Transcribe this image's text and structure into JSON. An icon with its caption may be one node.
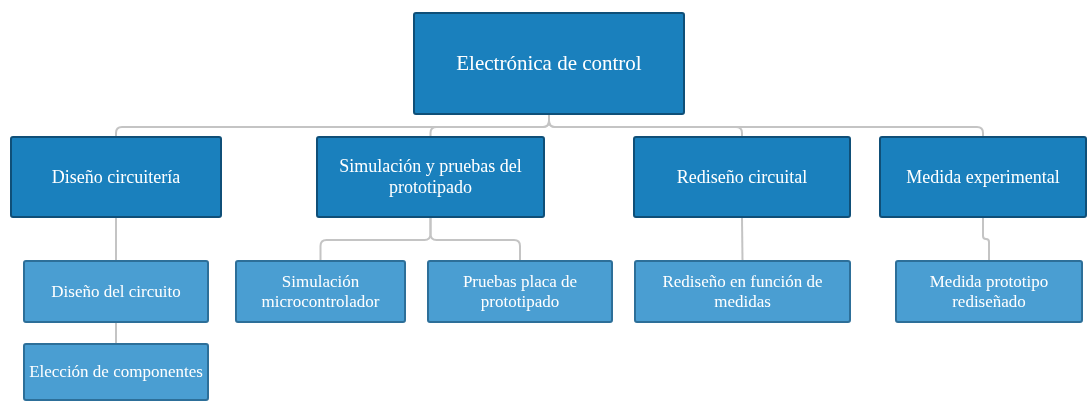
{
  "diagram": {
    "nodes": [
      {
        "text": [
          "Electrónica de control"
        ]
      },
      {
        "text": [
          "Diseño circuitería"
        ]
      },
      {
        "text": [
          "Simulación y pruebas del prototipado"
        ]
      },
      {
        "text": [
          "Rediseño circuital"
        ]
      },
      {
        "text": [
          "Medida experimental"
        ]
      },
      {
        "text": [
          "Diseño del circuito"
        ]
      },
      {
        "text": [
          "Simulación microcontrolador"
        ]
      },
      {
        "text": [
          "Pruebas placa de prototipado"
        ]
      },
      {
        "text": [
          "Rediseño en función de medidas"
        ]
      },
      {
        "text": [
          "Medida prototipo rediseñado"
        ]
      },
      {
        "text": [
          "Elección de componentes"
        ]
      }
    ],
    "edges": [
      {
        "from": 0,
        "to": 1,
        "arrow": "none"
      },
      {
        "from": 0,
        "to": 2,
        "arrow": "none"
      },
      {
        "from": 0,
        "to": 3,
        "arrow": "none"
      },
      {
        "from": 0,
        "to": 4,
        "arrow": "none"
      },
      {
        "from": 1,
        "to": 5,
        "arrow": "none"
      },
      {
        "from": 2,
        "to": 6,
        "arrow": "none"
      },
      {
        "from": 2,
        "to": 7,
        "arrow": "none"
      },
      {
        "from": 3,
        "to": 8,
        "arrow": "none"
      },
      {
        "from": 4,
        "to": 9,
        "arrow": "none"
      },
      {
        "from": 5,
        "to": 10,
        "arrow": "none"
      }
    ]
  }
}
